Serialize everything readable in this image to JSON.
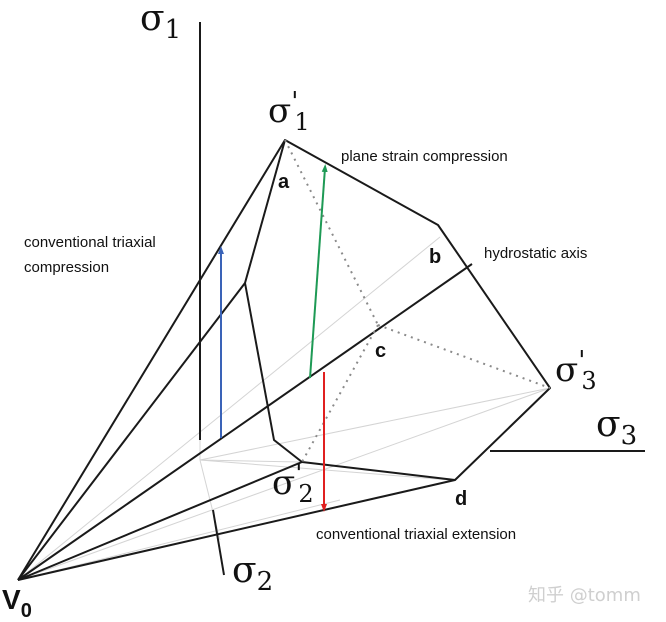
{
  "axes": {
    "sigma1": {
      "symbol": "σ",
      "sub": "1"
    },
    "sigma2": {
      "symbol": "σ",
      "sub": "2"
    },
    "sigma3": {
      "symbol": "σ",
      "sub": "3"
    },
    "origin": {
      "symbol": "V",
      "sub": "0"
    }
  },
  "vertices": {
    "sigma1_prime": {
      "symbol": "σ",
      "prime": "'",
      "sub": "1"
    },
    "sigma2_prime": {
      "symbol": "σ",
      "prime": "'",
      "sub": "2"
    },
    "sigma3_prime": {
      "symbol": "σ",
      "prime": "'",
      "sub": "3"
    }
  },
  "points": {
    "a": "a",
    "b": "b",
    "c": "c",
    "d": "d"
  },
  "labels": {
    "plane_strain": "plane strain compression",
    "hydrostatic": "hydrostatic axis",
    "triaxial_compression_line1": "conventional triaxial",
    "triaxial_compression_line2": "compression",
    "triaxial_extension": "conventional triaxial extension"
  },
  "watermark": "知乎 @tomm",
  "colors": {
    "line": "#1a1a1a",
    "faint": "#d4d4d4",
    "dotted": "#8a8a8a",
    "blue_arrow": "#3a63b8",
    "green_arrow": "#1e9a55",
    "red_arrow": "#e02020"
  }
}
